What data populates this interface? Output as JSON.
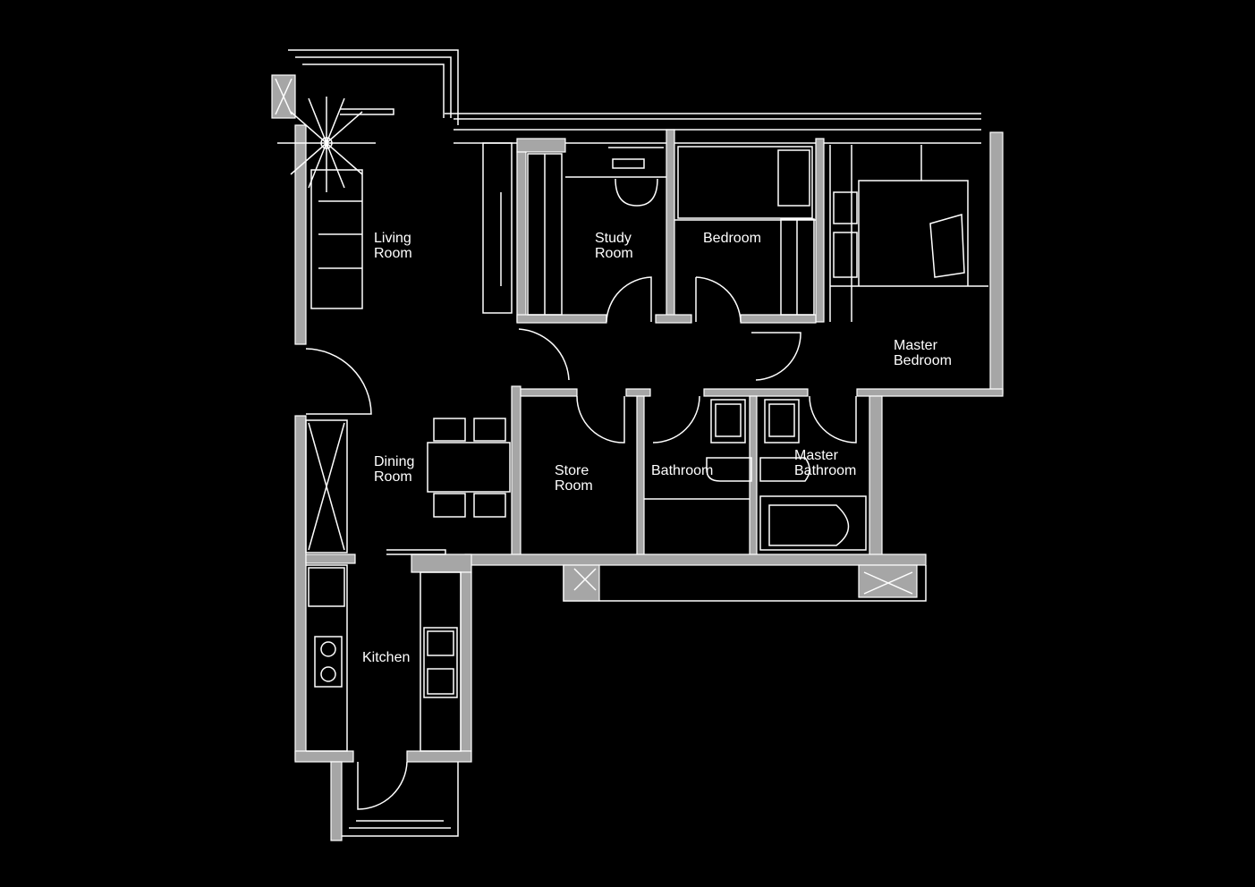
{
  "rooms": {
    "living": [
      "Living",
      "Room"
    ],
    "study": [
      "Study",
      "Room"
    ],
    "bedroom": "Bedroom",
    "master_bedroom": [
      "Master",
      "Bedroom"
    ],
    "dining": [
      "Dining",
      "Room"
    ],
    "store": [
      "Store",
      "Room"
    ],
    "bathroom": "Bathroom",
    "master_bathroom": [
      "Master",
      "Bathroom"
    ],
    "kitchen": "Kitchen"
  },
  "colors": {
    "background": "#000000",
    "wall": "#a6a6a6",
    "line": "#ffffff"
  }
}
